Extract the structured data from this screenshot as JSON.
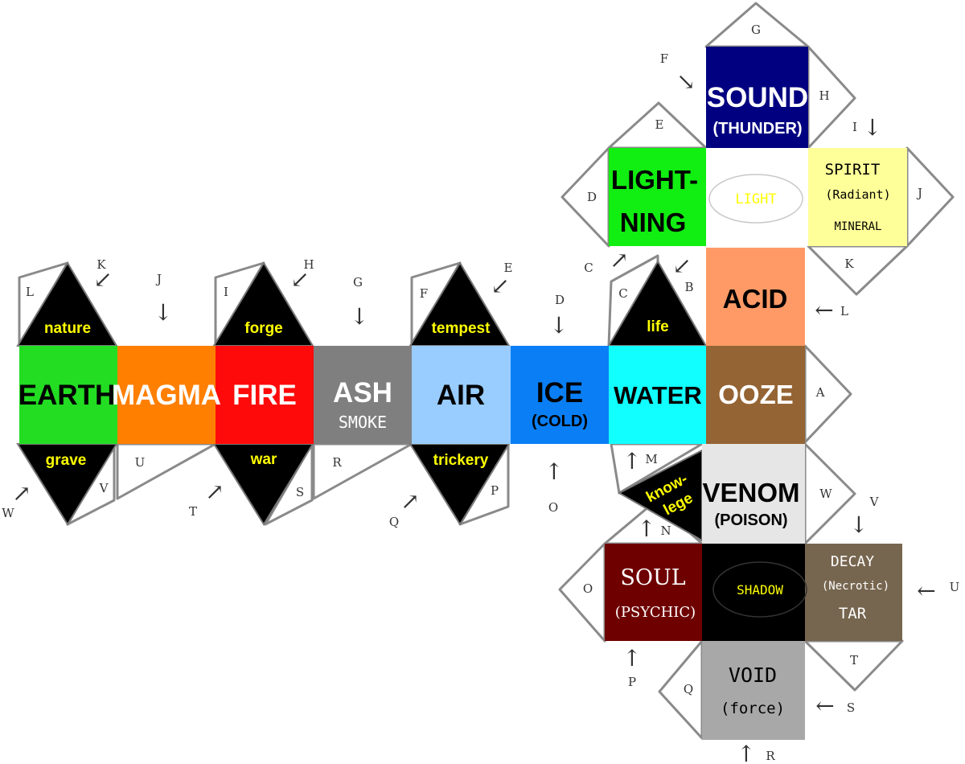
{
  "colors": {
    "earth": "#22dd22",
    "magma": "#ff7f00",
    "fire": "#ff0a0a",
    "ash": "#7f7f7f",
    "air": "#99ccff",
    "ice": "#0a7ff5",
    "water": "#12ffff",
    "ooze": "#956434",
    "acid": "#ff9a66",
    "sound": "#000080",
    "lightning": "#11ee11",
    "spirit": "#ffff99",
    "venom": "#e6e6e6",
    "soul": "#6e0000",
    "shadow": "#000000",
    "decay": "#77664f",
    "void": "#a8a8a8",
    "yellow_text": "#ffff00"
  },
  "squares": {
    "earth": {
      "label": "EARTH"
    },
    "magma": {
      "label": "MAGMA"
    },
    "fire": {
      "label": "FIRE"
    },
    "ash": {
      "label": "ASH",
      "sub": "SMOKE"
    },
    "air": {
      "label": "AIR"
    },
    "ice": {
      "label": "ICE",
      "sub": "(COLD)"
    },
    "water": {
      "label": "WATER"
    },
    "ooze": {
      "label": "OOZE"
    },
    "acid": {
      "label": "ACID"
    },
    "light": {
      "label": "LIGHT"
    },
    "sound": {
      "label": "SOUND",
      "sub": "(THUNDER)"
    },
    "lightning": {
      "line1": "LIGHT-",
      "line2": "NING"
    },
    "spirit": {
      "label": "SPIRIT",
      "sub": "(Radiant)",
      "sub2": "MINERAL"
    },
    "venom": {
      "label": "VENOM",
      "sub": "(POISON)"
    },
    "soul": {
      "label": "SOUL",
      "sub": "(PSYCHIC)"
    },
    "shadow": {
      "label": "SHADOW"
    },
    "decay": {
      "label": "DECAY",
      "sub": "(Necrotic)",
      "sub2": "TAR"
    },
    "void": {
      "label": "VOID",
      "sub": "(force)"
    }
  },
  "triangles": {
    "nature": "nature",
    "forge": "forge",
    "tempest": "tempest",
    "life": "life",
    "grave": "grave",
    "war": "war",
    "trickery": "trickery",
    "knowledge_1": "know-",
    "knowledge_2": "lege"
  },
  "letters": {
    "A": "A",
    "B": "B",
    "C": "C",
    "D": "D",
    "E": "E",
    "F": "F",
    "G": "G",
    "H": "H",
    "I": "I",
    "J": "J",
    "K": "K",
    "L": "L",
    "M": "M",
    "N": "N",
    "O": "O",
    "P": "P",
    "Q": "Q",
    "R": "R",
    "S": "S",
    "T": "T",
    "U": "U",
    "V": "V",
    "W": "W"
  },
  "arrows": {
    "down": "↓",
    "up": "↑",
    "left": "←",
    "right": "→",
    "up_right": "↗",
    "down_right": "↘",
    "down_left": "↙"
  }
}
